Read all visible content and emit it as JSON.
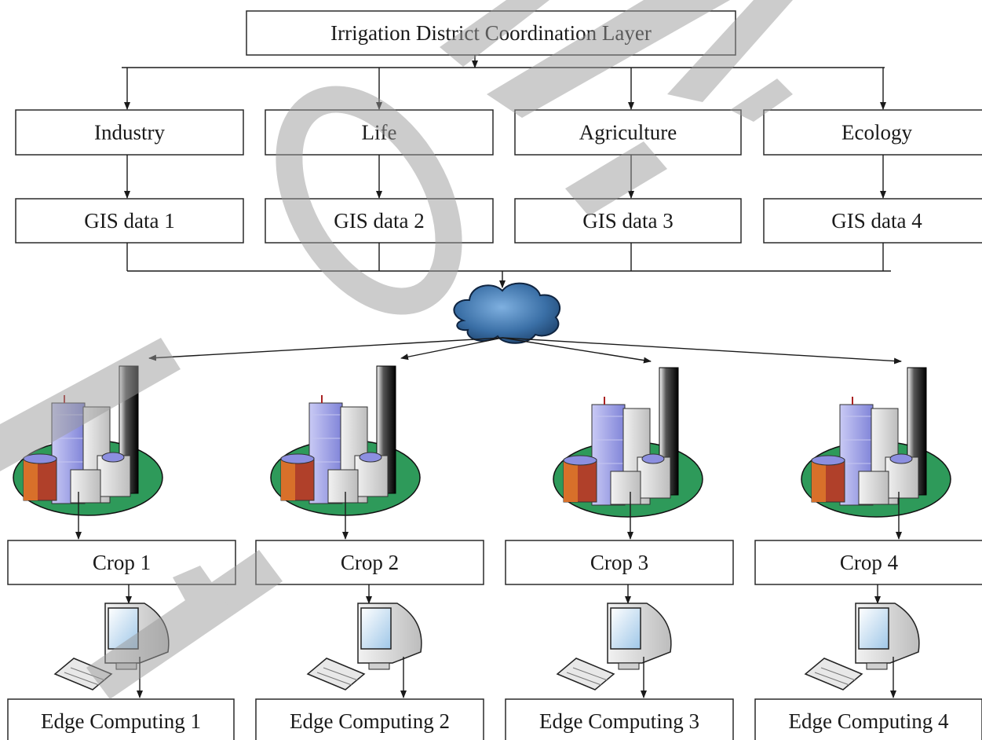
{
  "top": {
    "label": "Irrigation District Coordination Layer"
  },
  "categories": [
    "Industry",
    "Life",
    "Agriculture",
    "Ecology"
  ],
  "gis": [
    "GIS data 1",
    "GIS data 2",
    "GIS data 3",
    "GIS data 4"
  ],
  "crops": [
    "Crop 1",
    "Crop 2",
    "Crop 3",
    "Crop 4"
  ],
  "edges": [
    "Edge Computing 1",
    "Edge Computing 2",
    "Edge Computing 3",
    "Edge Computing 4"
  ],
  "icons": {
    "cloud": "cloud-icon",
    "city": "city-buildings-icon",
    "computer": "computer-icon"
  },
  "colors": {
    "cloud": "#3a6fa6",
    "ground": "#2e9a5a",
    "tower": "#111111",
    "building_blue": "#8c8fe0",
    "building_red": "#b0402a"
  }
}
